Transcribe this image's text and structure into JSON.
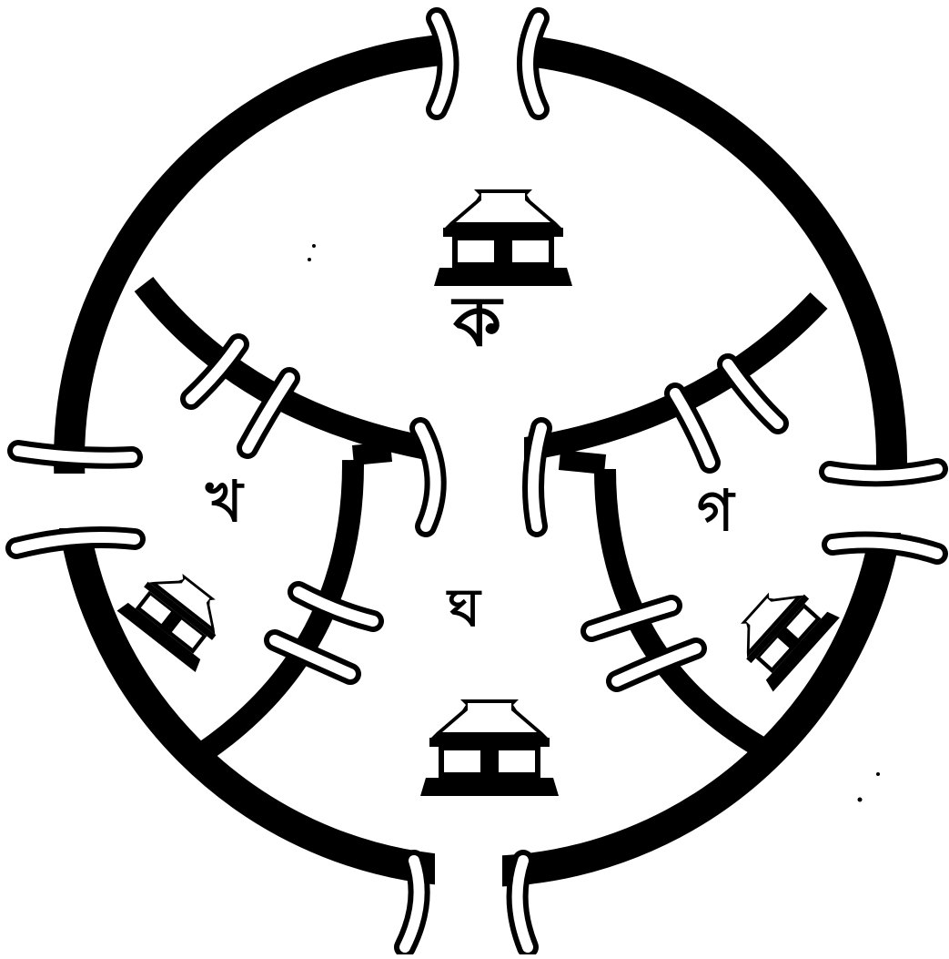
{
  "labels": {
    "ka": "ক",
    "kha": "খ",
    "ga": "গ",
    "gha": "ঘ"
  },
  "colors": {
    "wall": "#000000",
    "background": "#ffffff"
  }
}
